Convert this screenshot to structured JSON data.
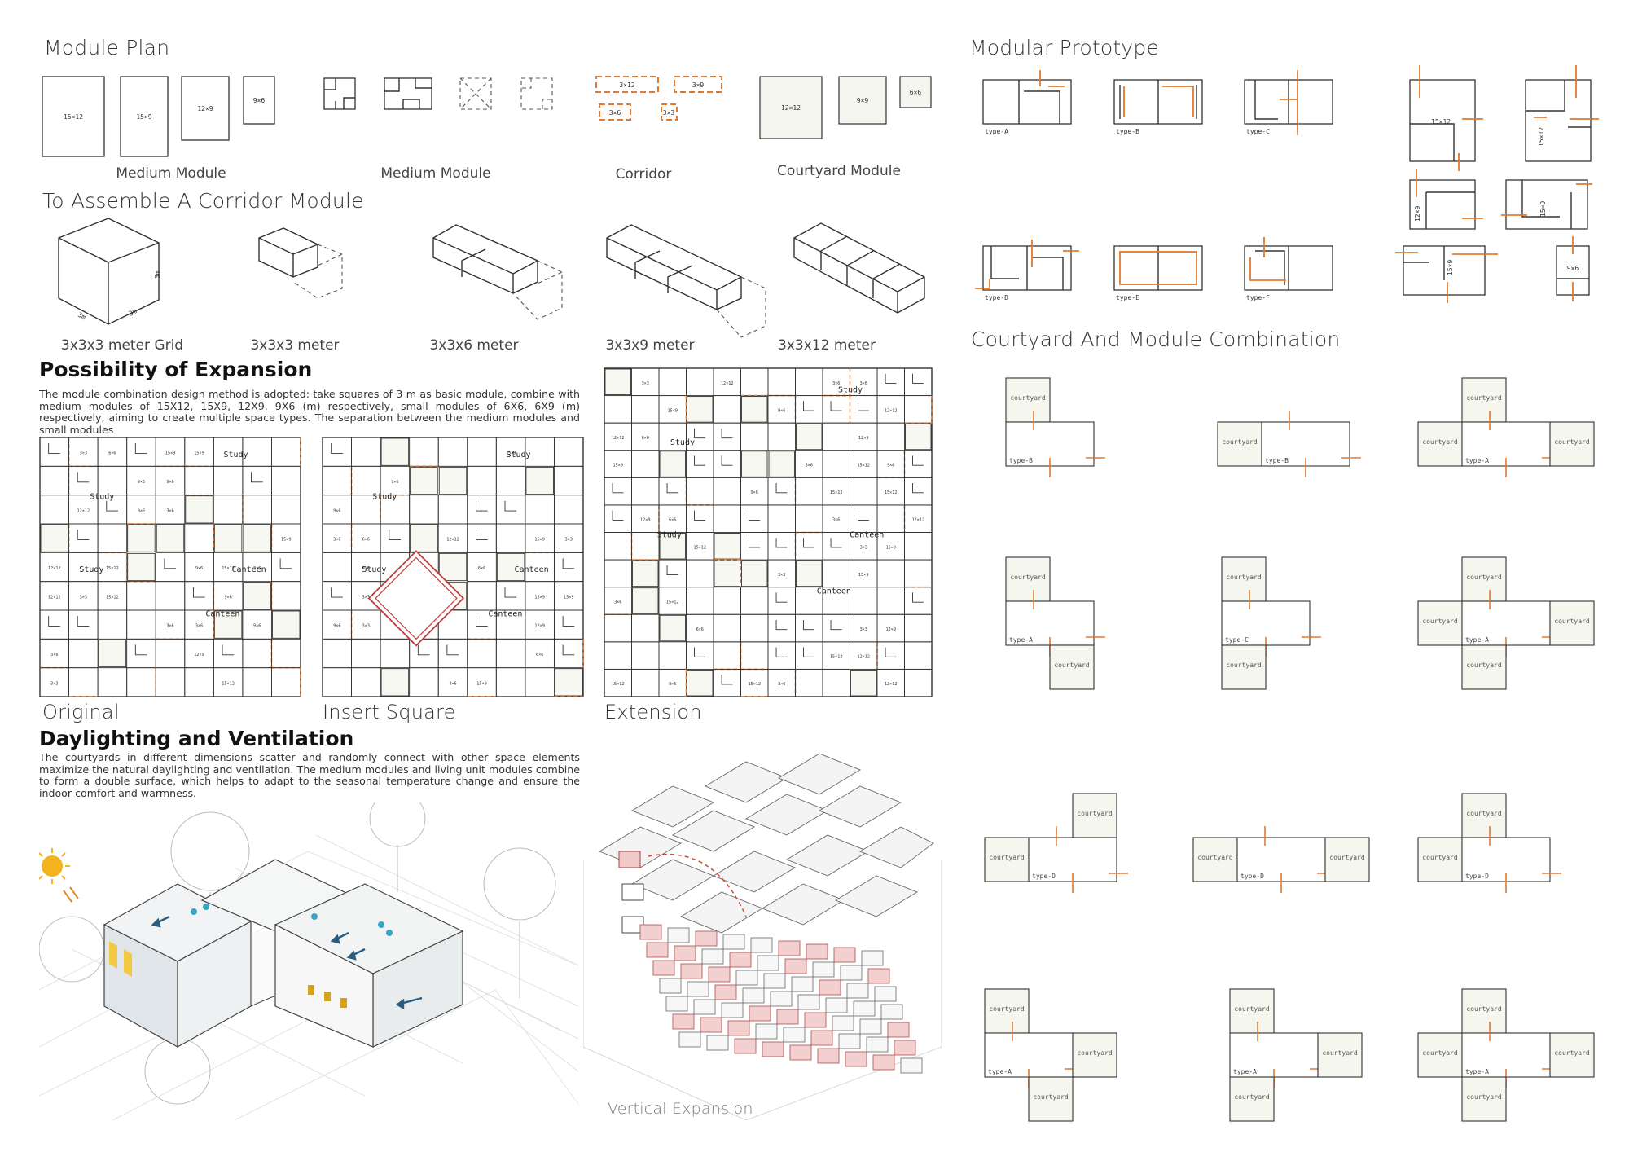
{
  "titles": {
    "module_plan": "Module Plan",
    "modular_prototype": "Modular Prototype",
    "assemble": "To Assemble A  Corridor  Module",
    "courtyard_combination": "Courtyard And Module Combination",
    "expansion": "Possibility of Expansion",
    "daylighting": "Daylighting and Ventilation"
  },
  "module_plan": {
    "captions": [
      "Medium Module",
      "Medium Module",
      "Corridor",
      "Courtyard Module"
    ],
    "medium_sizes": [
      "15×12",
      "15×9",
      "12×9",
      "9×6"
    ],
    "corridor_sizes": [
      "3×12",
      "3×9",
      "3×6",
      "3×3"
    ],
    "courtyard_sizes": [
      "12×12",
      "9×9",
      "6×6"
    ]
  },
  "prototype_types": [
    "type-A",
    "type-B",
    "type-C",
    "type-D",
    "type-E",
    "type-F"
  ],
  "prototype_sizes": [
    "15×12",
    "15×12",
    "12×9",
    "15×9",
    "15×9",
    "9×6"
  ],
  "assemble": {
    "captions": [
      "3x3x3 meter  Grid",
      "3x3x3 meter",
      "3x3x6 meter",
      "3x3x9 meter",
      "3x3x12 meter"
    ],
    "dims": [
      "3m",
      "3m",
      "3m"
    ]
  },
  "expansion": {
    "text": "The module combination design method is adopted: take squares of 3 m as basic module, combine with medium modules of 15X12, 15X9, 12X9, 9X6 (m) respectively, small modules of 6X6, 6X9 (m) respectively, aiming to create multiple space types. The separation between the medium modules and small modules",
    "plan_captions": [
      "Original",
      "Insert Square",
      "Extension"
    ],
    "room_labels": [
      "Study",
      "Canteen"
    ],
    "cell_labels": [
      "15×12",
      "12×9",
      "15×9",
      "9×6",
      "6×6",
      "12×12",
      "3×6",
      "3×3"
    ]
  },
  "daylighting": {
    "text": "The courtyards in different dimensions scatter and randomly connect with other space elements maximize the natural daylighting and ventilation. The medium modules and living unit modules combine to form a double surface, which helps to adapt to the seasonal temperature change and ensure the indoor comfort and warmness.",
    "vertical_caption": "Vertical Expansion"
  },
  "combination": {
    "courtyard_label": "courtyard",
    "types": [
      "type-B",
      "type-B",
      "type-A",
      "type-A",
      "type-C",
      "type-A",
      "type-D",
      "type-D",
      "type-D",
      "type-A",
      "type-A",
      "type-A"
    ]
  },
  "colors": {
    "accent": "#e07a30",
    "line": "#333333",
    "red_module": "#d98a8a",
    "sun": "#f2b31f",
    "arrow": "#2a5d82"
  }
}
